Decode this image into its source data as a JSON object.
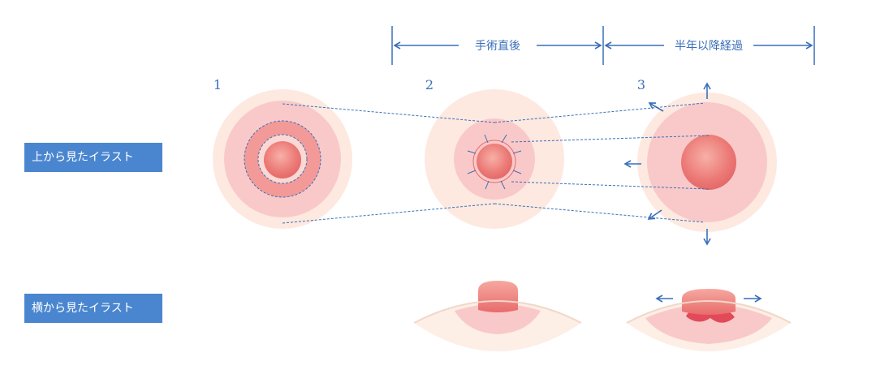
{
  "labels": {
    "top_view": "上から見たイラスト",
    "side_view": "横から見たイラスト"
  },
  "stages": {
    "s1": "1",
    "s2": "2",
    "s3": "3"
  },
  "phases": {
    "right_after": "手術直後",
    "after_half_year": "半年以降経過"
  },
  "colors": {
    "accent": "#4a86cf",
    "line": "#3a6fb8",
    "outer_skin": "#fde9e0",
    "areola": "#f8c8c8",
    "ring": "#f09090",
    "nipple": "#e86a6a"
  }
}
